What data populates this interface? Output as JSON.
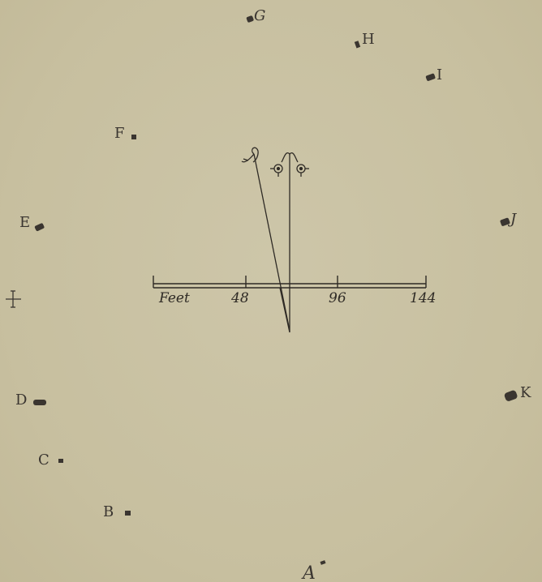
{
  "stones": [
    {
      "id": "A",
      "label": "A"
    },
    {
      "id": "B",
      "label": "B"
    },
    {
      "id": "C",
      "label": "C"
    },
    {
      "id": "D",
      "label": "D"
    },
    {
      "id": "E",
      "label": "E"
    },
    {
      "id": "F",
      "label": "F"
    },
    {
      "id": "G",
      "label": "G"
    },
    {
      "id": "H",
      "label": "H"
    },
    {
      "id": "I",
      "label": "I"
    },
    {
      "id": "J",
      "label": "J"
    },
    {
      "id": "K",
      "label": "K"
    }
  ],
  "scale": {
    "unit_label": "Feet",
    "ticks": [
      "48",
      "96",
      "144"
    ]
  },
  "colors": {
    "background": "#c9c1a3",
    "ink": "#3a3530"
  },
  "icons": {
    "north_arrow_true": "fleur-arrow",
    "north_arrow_magnetic": "compass-arrow",
    "center_mark": "cross-icon"
  }
}
